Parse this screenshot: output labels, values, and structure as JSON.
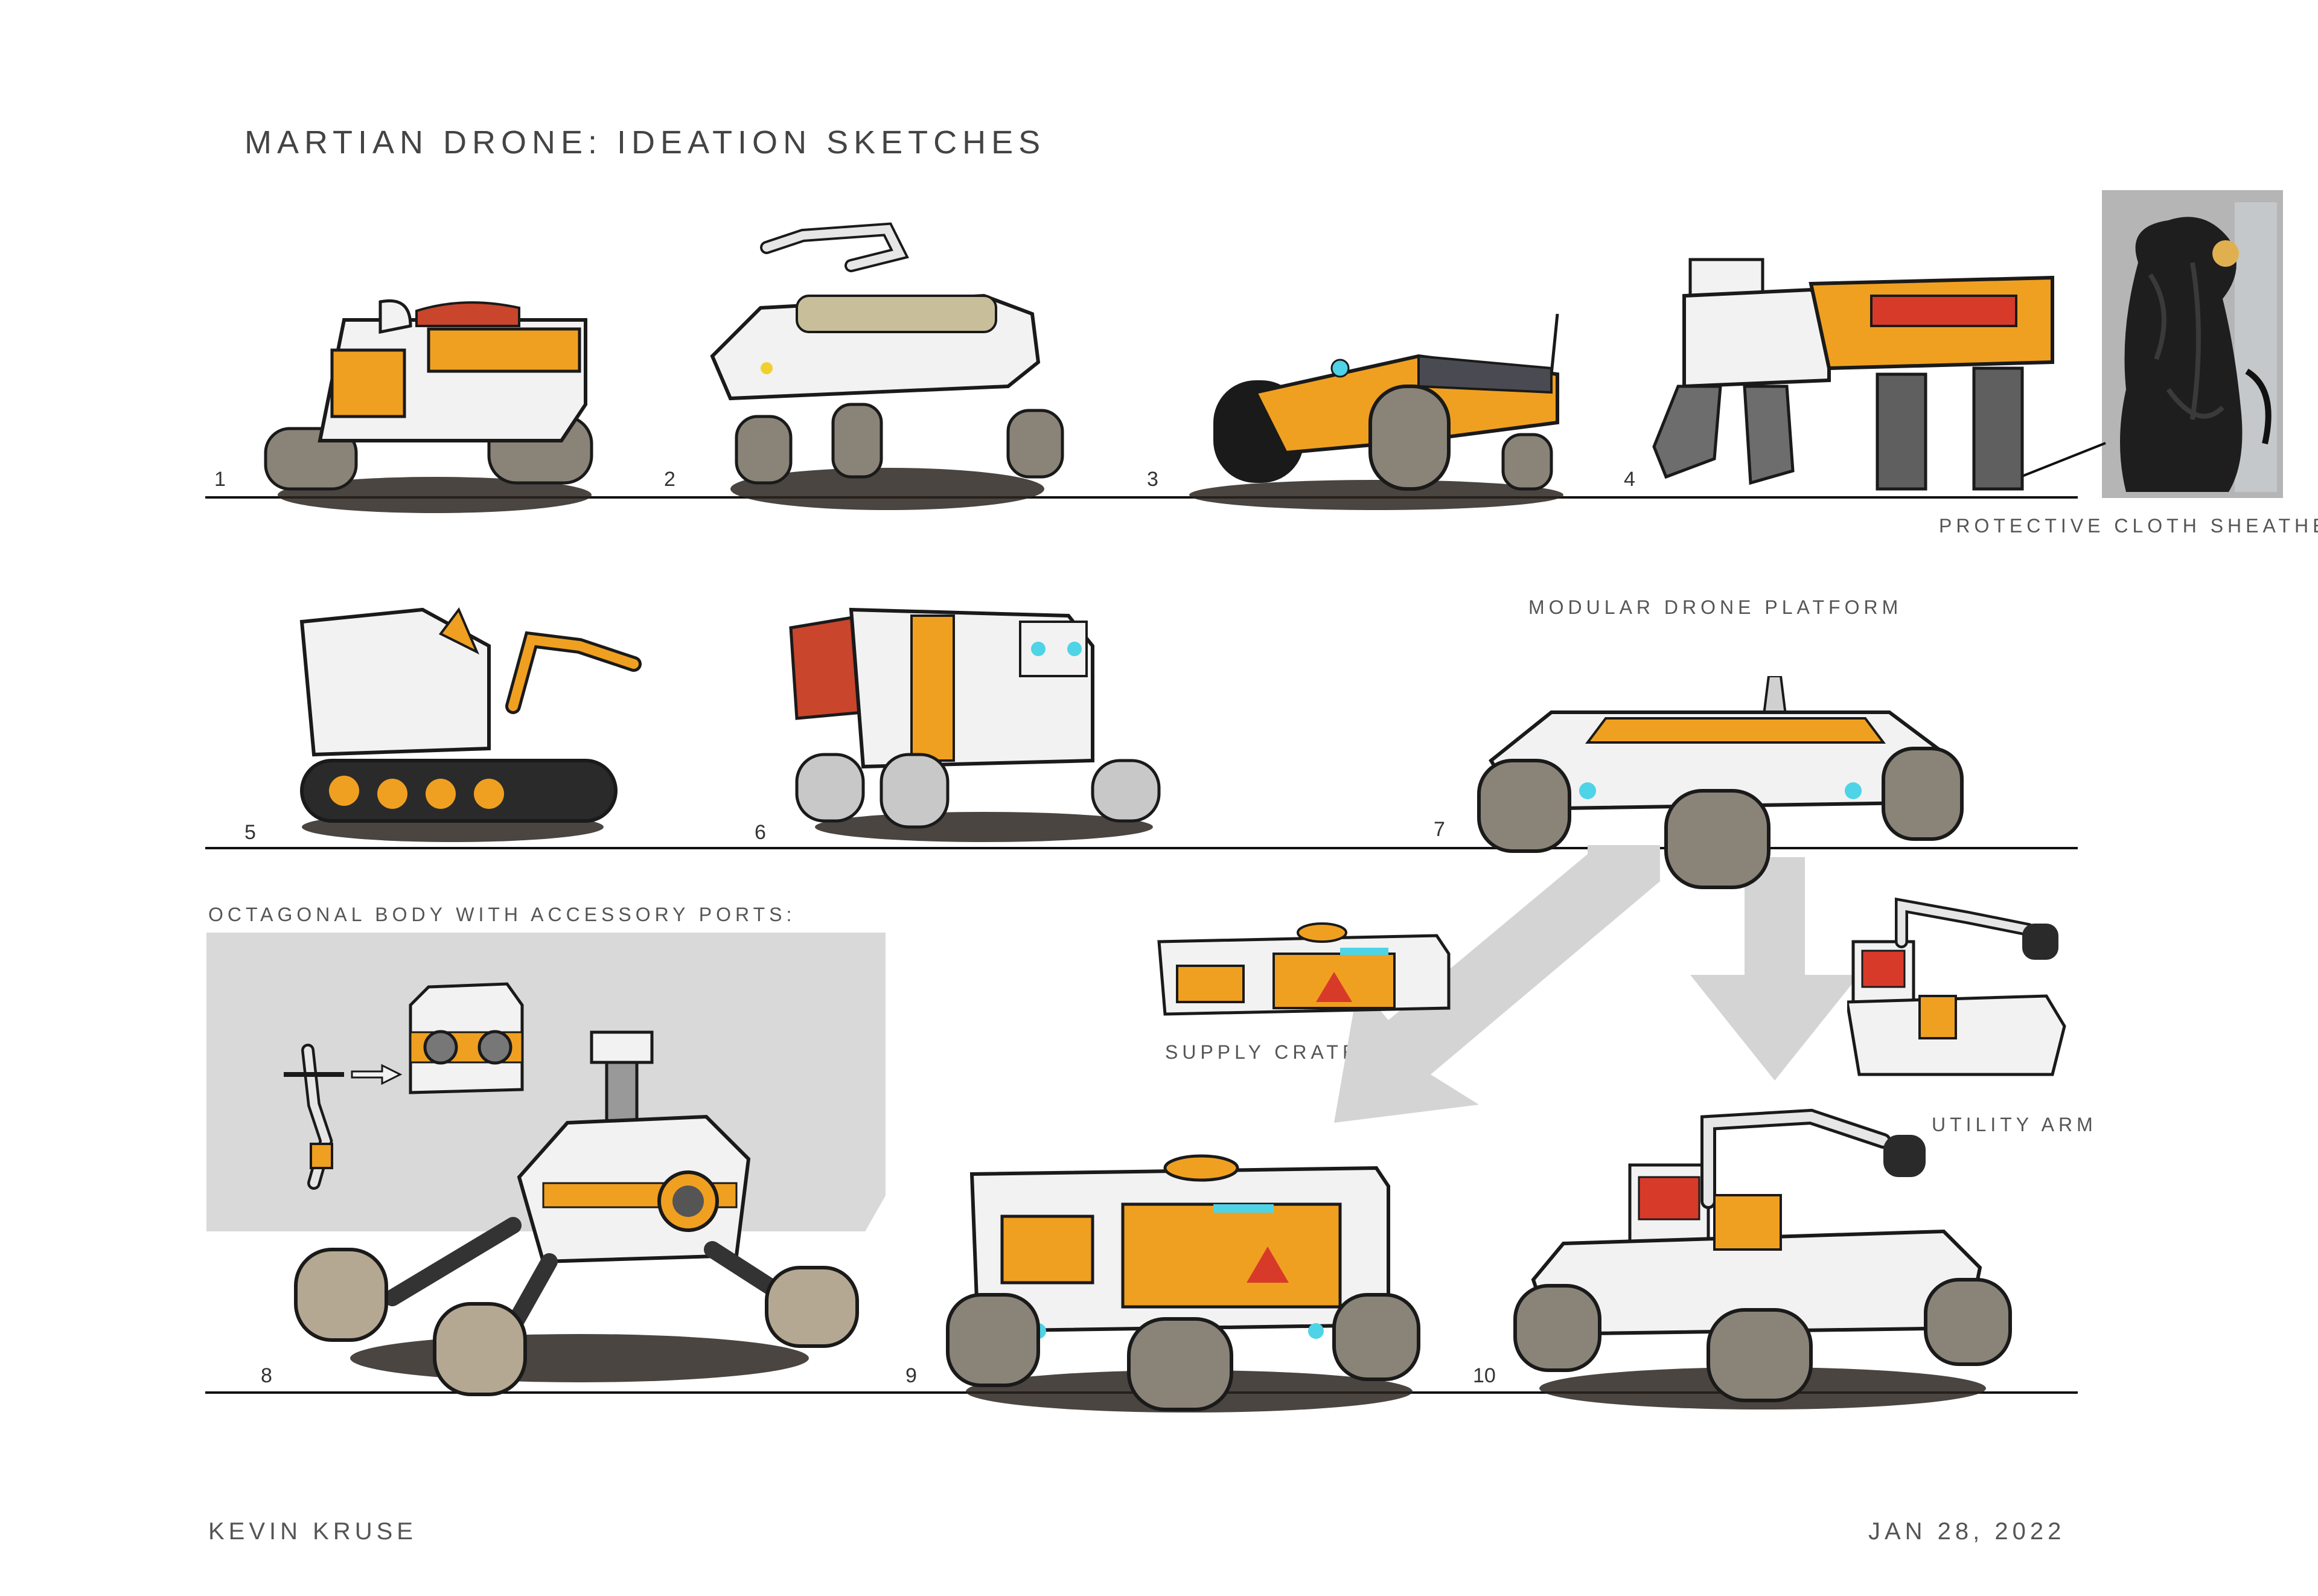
{
  "title": "MARTIAN DRONE: IDEATION SKETCHES",
  "labels": {
    "protective_cloth": "PROTECTIVE CLOTH SHEATHE",
    "modular_platform": "MODULAR DRONE PLATFORM",
    "octagonal_body": "OCTAGONAL BODY WITH ACCESSORY PORTS:",
    "supply_crate": "SUPPLY CRATE",
    "utility_arm": "UTILITY ARM"
  },
  "sketch_numbers": [
    "1",
    "2",
    "3",
    "4",
    "5",
    "6",
    "7",
    "8",
    "9",
    "10"
  ],
  "footer": {
    "author": "KEVIN KRUSE",
    "date": "JAN 28, 2022"
  },
  "colors": {
    "accent_orange": "#f0a020",
    "body_white": "#f2f2f2",
    "tire_grey": "#8a8378",
    "outline": "#1a1a1a",
    "light_blue": "#4fd3e6",
    "panel_grey": "#d9d9d9",
    "arrow_grey": "#d4d4d4",
    "red": "#d83a2a"
  }
}
